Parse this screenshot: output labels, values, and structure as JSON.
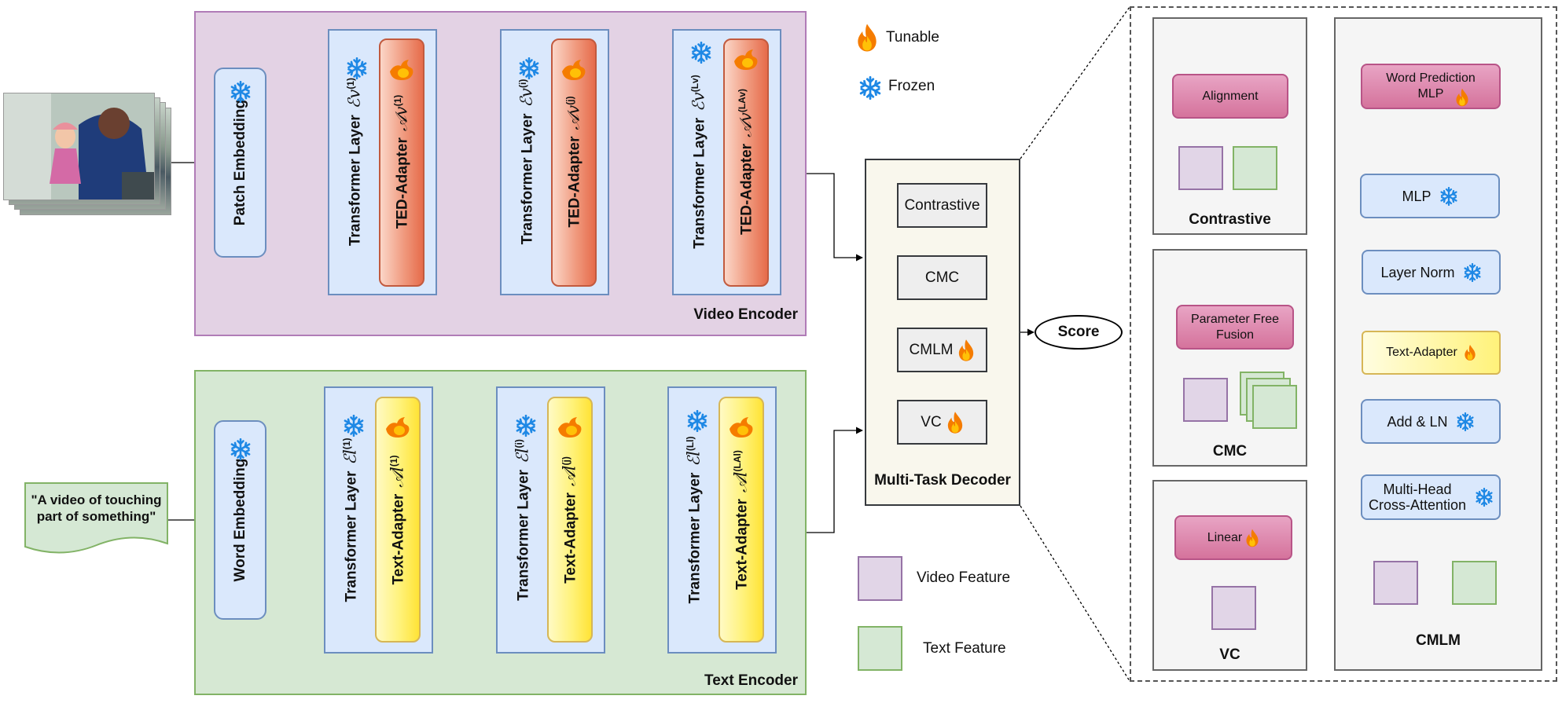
{
  "legend": {
    "tunable": "Tunable",
    "frozen": "Frozen",
    "video_feature": "Video Feature",
    "text_feature": "Text Feature"
  },
  "video_encoder": {
    "title": "Video Encoder",
    "embedding": "Patch Embedding",
    "layers": [
      {
        "label": "Transformer Layer",
        "math": "ℰv",
        "sup": "(1)",
        "adapter": "TED-Adapter",
        "amath": "𝒜v",
        "asup": "(1)"
      },
      {
        "label": "Transformer Layer",
        "math": "ℰv",
        "sup": "(i)",
        "adapter": "TED-Adapter",
        "amath": "𝒜v",
        "asup": "(j)"
      },
      {
        "label": "Transformer Layer",
        "math": "ℰv",
        "sup": "(Lv)",
        "adapter": "TED-Adapter",
        "amath": "𝒜v",
        "asup": "(LAv)"
      }
    ]
  },
  "text_encoder": {
    "title": "Text Encoder",
    "embedding": "Word Embedding",
    "input_text": "\"A video of touching part of something\"",
    "layers": [
      {
        "label": "Transformer Layer",
        "math": "ℰl",
        "sup": "(1)",
        "adapter": "Text-Adapter",
        "amath": "𝒜l",
        "asup": "(1)"
      },
      {
        "label": "Transformer Layer",
        "math": "ℰl",
        "sup": "(i)",
        "adapter": "Text-Adapter",
        "amath": "𝒜l",
        "asup": "(j)"
      },
      {
        "label": "Transformer Layer",
        "math": "ℰl",
        "sup": "(Ll)",
        "adapter": "Text-Adapter",
        "amath": "𝒜l",
        "asup": "(LAl)"
      }
    ]
  },
  "decoder": {
    "title": "Multi-Task Decoder",
    "tasks": [
      "Contrastive",
      "CMC",
      "CMLM",
      "VC"
    ],
    "output": "Score"
  },
  "details": {
    "contrastive": {
      "title": "Contrastive",
      "block": "Alignment"
    },
    "cmc": {
      "title": "CMC",
      "block": "Parameter Free Fusion"
    },
    "vc": {
      "title": "VC",
      "block": "Linear"
    },
    "cmlm": {
      "title": "CMLM",
      "word_prediction": "Word Prediction MLP",
      "mlp": "MLP",
      "layer_norm": "Layer Norm",
      "text_adapter": "Text-Adapter",
      "add_ln": "Add & LN",
      "cross_attention": "Multi-Head Cross-Attention"
    }
  },
  "colors": {
    "video_panel": "#e3d2e4",
    "text_panel": "#d6e8d3",
    "frozen_icon": "#1e88e5",
    "tunable_icon": "#f57c00",
    "ted_adapter": "#e66b4b",
    "text_adapter": "#ffe336",
    "head_block": "#d5739c"
  }
}
